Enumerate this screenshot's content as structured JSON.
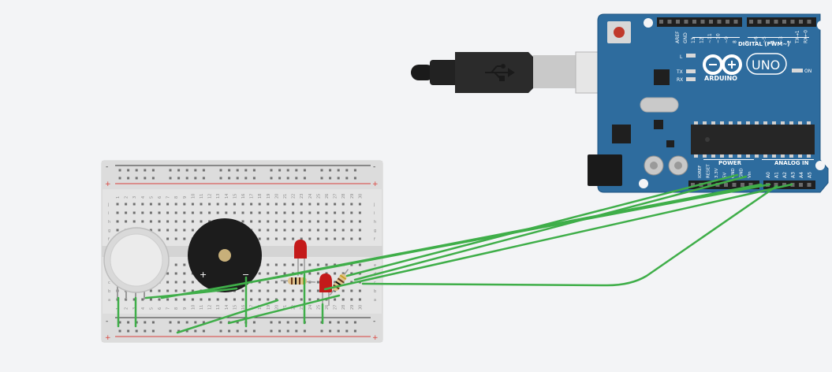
{
  "colors": {
    "background": "#f3f4f6",
    "board": "#2e6c9e",
    "board_edge": "#1f5582",
    "breadboard": "#e4e4e4",
    "wire": "#3fae49",
    "power_rail_red": "#d9413b",
    "ground_rail": "#333333",
    "led": "#c41a1a",
    "buzzer": "#1c1c1c"
  },
  "arduino": {
    "model_label": "UNO",
    "brand_label": "ARDUINO",
    "digital_label": "DIGITAL (PWM~)",
    "power_label": "POWER",
    "analog_label": "ANALOG IN",
    "led_l": "L",
    "led_tx": "TX",
    "led_rx": "RX",
    "led_on": "ON",
    "aref": "AREF",
    "gnd": "GND",
    "digital_pins": [
      "13",
      "12",
      "~11",
      "~10",
      "~9",
      "8",
      "7",
      "~6",
      "~5",
      "4",
      "~3",
      "2",
      "TX→1",
      "RX←0"
    ],
    "power_pins": [
      "IOREF",
      "RESET",
      "3.3V",
      "5V",
      "GND",
      "GND",
      "Vin"
    ],
    "analog_pins": [
      "A0",
      "A1",
      "A2",
      "A3",
      "A4",
      "A5"
    ]
  },
  "breadboard": {
    "rail_plus": "+",
    "rail_minus": "-",
    "row_letters_top": [
      "j",
      "i",
      "h",
      "g",
      "f"
    ],
    "row_letters_bottom": [
      "e",
      "d",
      "c",
      "b",
      "a"
    ],
    "columns": [
      "1",
      "2",
      "3",
      "4",
      "5",
      "6",
      "7",
      "8",
      "9",
      "10",
      "11",
      "12",
      "13",
      "14",
      "15",
      "16",
      "17",
      "18",
      "19",
      "20",
      "21",
      "22",
      "23",
      "24",
      "25",
      "26",
      "27",
      "28",
      "29",
      "30"
    ]
  },
  "buzzer": {
    "plus": "+",
    "minus": "−"
  },
  "icons": [
    "usb-icon",
    "arduino-infinity-logo-icon",
    "reset-button-icon"
  ]
}
